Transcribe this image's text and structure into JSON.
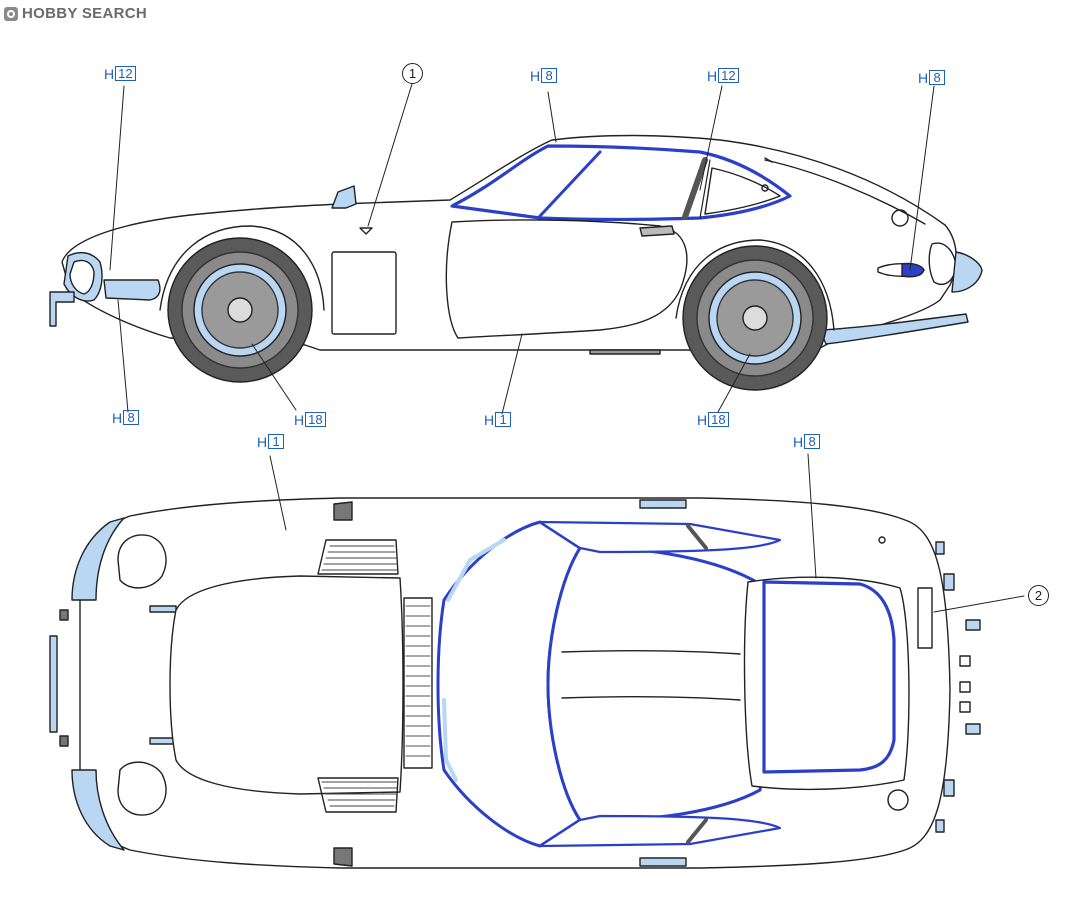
{
  "header": {
    "logo_text": "HOBBY SEARCH"
  },
  "colors": {
    "outline": "#222222",
    "panel_blue": "#2b3fc8",
    "part_light_blue": "#b9d6f2",
    "tire": "#5a5a5a",
    "label_blue": "#1f5fbf"
  },
  "side_view": {
    "callouts": [
      {
        "id": "c1",
        "prefix": "H",
        "num": "12"
      },
      {
        "id": "c2",
        "prefix": "H",
        "num": "8"
      },
      {
        "id": "c3",
        "prefix": "H",
        "num": "12"
      },
      {
        "id": "c4",
        "prefix": "H",
        "num": "8"
      },
      {
        "id": "c5",
        "prefix": "H",
        "num": "8"
      },
      {
        "id": "c6",
        "prefix": "H",
        "num": "18"
      },
      {
        "id": "c7",
        "prefix": "H",
        "num": "1"
      },
      {
        "id": "c8",
        "prefix": "H",
        "num": "18"
      }
    ],
    "circled_label": "1"
  },
  "top_view": {
    "callouts": [
      {
        "id": "t1",
        "prefix": "H",
        "num": "1"
      },
      {
        "id": "t2",
        "prefix": "H",
        "num": "8"
      }
    ],
    "circled_label": "2"
  }
}
